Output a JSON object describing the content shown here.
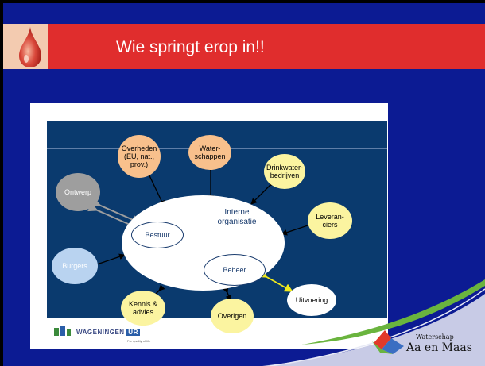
{
  "slide": {
    "title": "Wie springt erop in!!"
  },
  "diagram": {
    "center": "Interne\norganisatie",
    "nodes": {
      "overheden": "Overheden\n(EU, nat.,\nprov.)",
      "waterschappen": "Water-\nschappen",
      "drinkwater": "Drinkwater-\nbedrijven",
      "ontwerp": "Ontwerp",
      "leveranciers": "Leveran-\nciers",
      "burgers": "Burgers",
      "bestuur": "Bestuur",
      "beheer": "Beheer",
      "uitvoering": "Uitvoering",
      "kennis": "Kennis &\nadvies",
      "overigen": "Overigen"
    }
  },
  "logos": {
    "wageningen": "WAGENINGEN",
    "wageningen_badge": "UR",
    "wageningen_tagline": "For quality of life",
    "waterschap_line1": "Waterschap",
    "waterschap_line2": "Aa en Maas"
  },
  "colors": {
    "background": "#0c1b93",
    "title_bar": "#e02d2d",
    "panel": "#0a3a6e",
    "orange_node": "#f8c08c",
    "yellow_node": "#fbf4a0",
    "blue_node": "#b9d3f0",
    "gray_node": "#9e9e9e"
  }
}
